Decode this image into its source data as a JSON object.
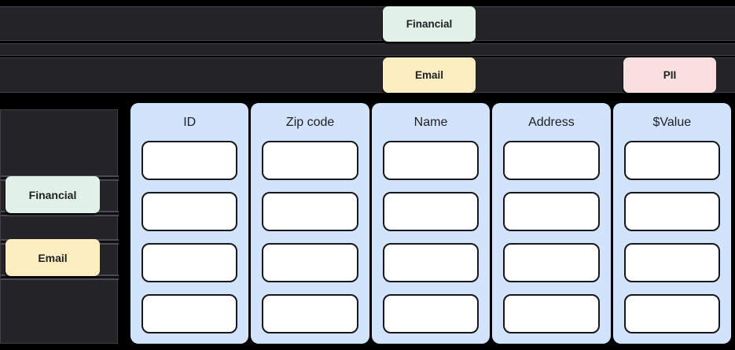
{
  "colors": {
    "background": "#000000",
    "bar": "#232328",
    "bar_border": "#3e3e46",
    "panel": "#232328",
    "column": "#d2e3fc",
    "cell": "#ffffff",
    "cell_border": "#18181c",
    "tag_financial": "#e1f1e7",
    "tag_email": "#fdeec2",
    "tag_pii": "#f9dfe0",
    "text": "#202124"
  },
  "tags": {
    "top_financial": {
      "label": "Financial"
    },
    "top_email": {
      "label": "Email"
    },
    "top_pii": {
      "label": "PII"
    },
    "left_financial": {
      "label": "Financial"
    },
    "left_email": {
      "label": "Email"
    }
  },
  "table": {
    "rows_per_column": 4,
    "columns": [
      {
        "header": "ID",
        "cells": [
          "",
          "",
          "",
          ""
        ]
      },
      {
        "header": "Zip code",
        "cells": [
          "",
          "",
          "",
          ""
        ]
      },
      {
        "header": "Name",
        "cells": [
          "",
          "",
          "",
          ""
        ]
      },
      {
        "header": "Address",
        "cells": [
          "",
          "",
          "",
          ""
        ]
      },
      {
        "header": "$Value",
        "cells": [
          "",
          "",
          "",
          ""
        ]
      }
    ]
  }
}
